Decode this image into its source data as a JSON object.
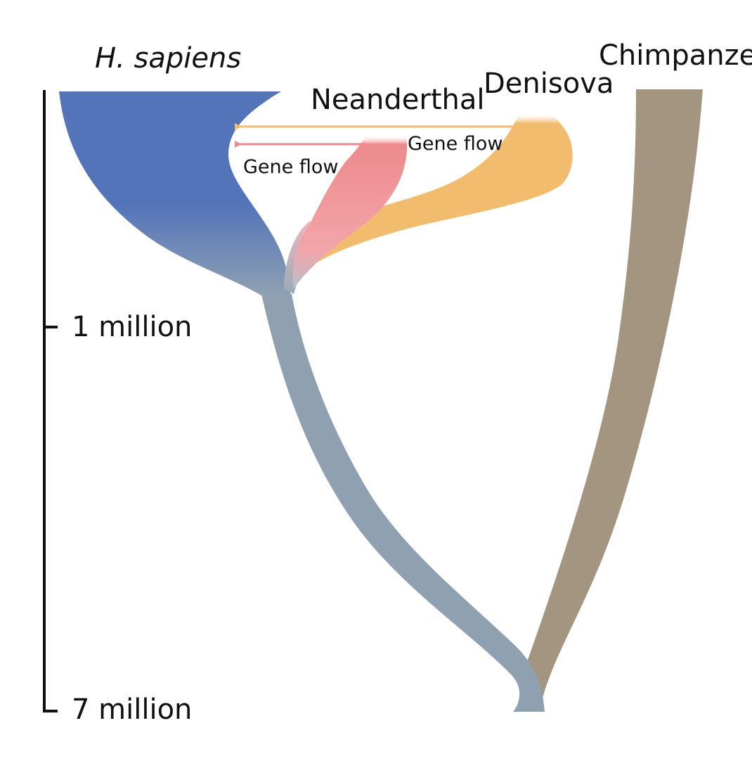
{
  "labels": {
    "h_sapiens": "H. sapiens",
    "neanderthal": "Neanderthal",
    "denisova": "Denisova",
    "chimpanzee": "Chimpanzee",
    "gene_flow_neanderthal": "Gene flow",
    "gene_flow_denisova": "Gene flow"
  },
  "scale": {
    "tick_1": "1 million",
    "tick_7": "7 million"
  },
  "colors": {
    "h_sapiens": "#5474ba",
    "ancestral_human": "#8fa1b1",
    "neanderthal": "#ee8a8d",
    "denisova": "#f2bc6e",
    "chimpanzee": "#a39580",
    "axis": "#111111"
  }
}
